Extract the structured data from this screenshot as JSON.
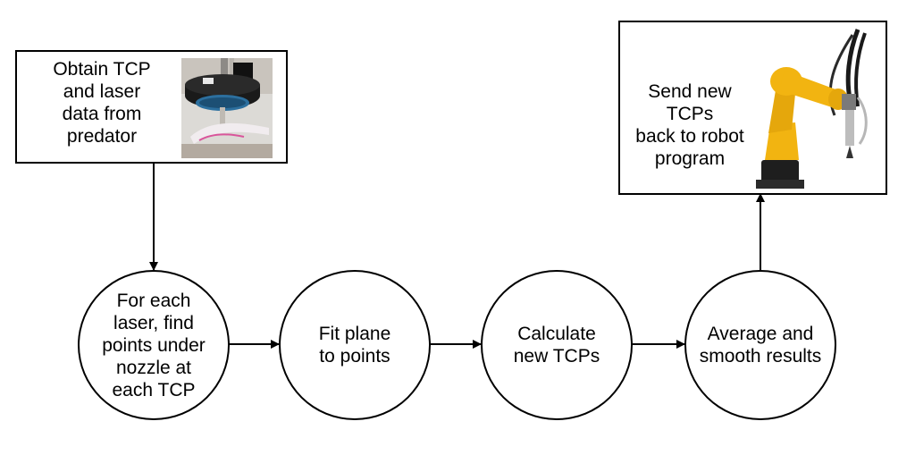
{
  "nodes": {
    "obtain": {
      "label": "Obtain TCP\nand laser\ndata from\npredator"
    },
    "find": {
      "label": "For each\nlaser, find\npoints under\nnozzle at\neach TCP"
    },
    "fit": {
      "label": "Fit plane\nto points"
    },
    "calculate": {
      "label": "Calculate\nnew TCPs"
    },
    "average": {
      "label": "Average and\nsmooth results"
    },
    "send": {
      "label": "Send new TCPs\nback to robot\nprogram"
    }
  },
  "colors": {
    "line": "#000000",
    "robot_arm": "#f2b411",
    "robot_base": "#1e1e1e"
  },
  "icons": {
    "predator_photo": "laser-sensor-photo",
    "robot_photo": "yellow-robot-arm-photo"
  }
}
